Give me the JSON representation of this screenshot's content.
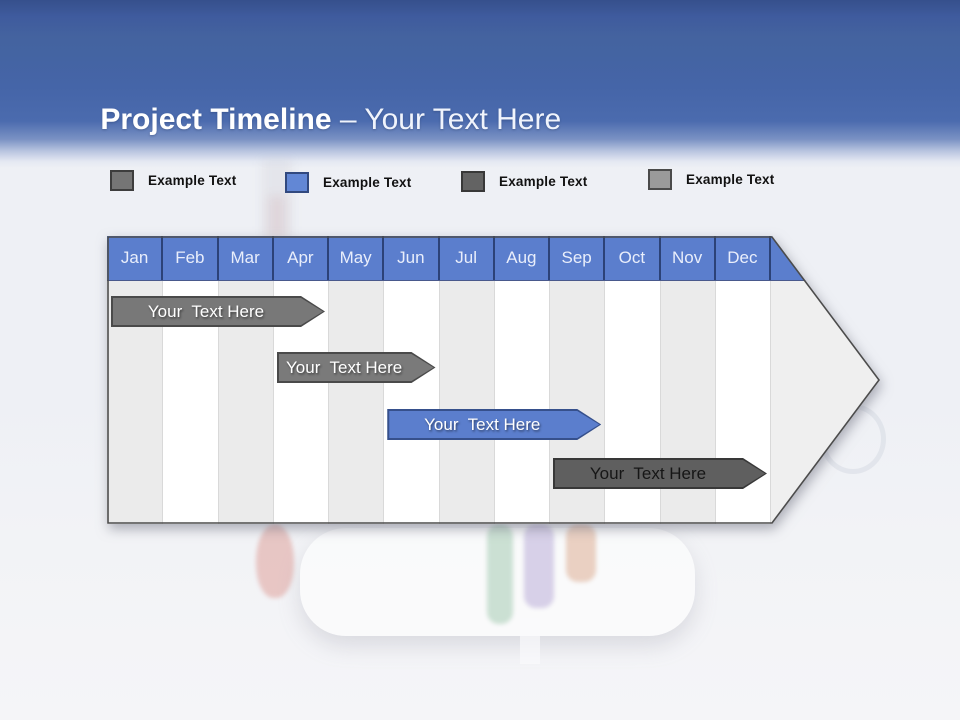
{
  "title": {
    "bold": "Project Timeline ",
    "rest": "– Your Text Here"
  },
  "legend": [
    {
      "label": "Example Text",
      "fill": "#757575",
      "border": "#3d3d3d"
    },
    {
      "label": "Example Text",
      "fill": "#6287d5",
      "border": "#31497f"
    },
    {
      "label": "Example Text",
      "fill": "#636363",
      "border": "#383838"
    },
    {
      "label": "Example Text",
      "fill": "#9a9a9a",
      "border": "#4a4a4a"
    }
  ],
  "timeline": {
    "months": [
      "Jan",
      "Feb",
      "Mar",
      "Apr",
      "May",
      "Jun",
      "Jul",
      "Aug",
      "Sep",
      "Oct",
      "Nov",
      "Dec"
    ],
    "header_fill": "#5b7ecd",
    "header_separator": "#2c4277",
    "bars": [
      {
        "label": "Your  Text Here",
        "start_month": 1,
        "end_month": 4,
        "row": 0,
        "fill": "#787878",
        "border": "#4a4a4a",
        "text_color": "#ffffff"
      },
      {
        "label": "Your  Text Here",
        "start_month": 4,
        "end_month": 6,
        "row": 1,
        "fill": "#7a7a7a",
        "border": "#4a4a4a",
        "text_color": "#ffffff"
      },
      {
        "label": "Your  Text Here",
        "start_month": 6,
        "end_month": 9,
        "row": 2,
        "fill": "#5b7ecd",
        "border": "#36508c",
        "text_color": "#ffffff"
      },
      {
        "label": "Your  Text Here",
        "start_month": 9,
        "end_month": 12,
        "row": 3,
        "fill": "#5f5f5f",
        "border": "#383838",
        "text_color": "#161616"
      }
    ]
  },
  "chart_data": {
    "type": "bar",
    "subtype": "gantt",
    "title": "Project Timeline – Your Text Here",
    "categories": [
      "Jan",
      "Feb",
      "Mar",
      "Apr",
      "May",
      "Jun",
      "Jul",
      "Aug",
      "Sep",
      "Oct",
      "Nov",
      "Dec"
    ],
    "series": [
      {
        "name": "Your Text Here",
        "start": "Jan",
        "end": "Apr",
        "color": "#787878"
      },
      {
        "name": "Your Text Here",
        "start": "Apr",
        "end": "Jun",
        "color": "#7a7a7a"
      },
      {
        "name": "Your Text Here",
        "start": "Jun",
        "end": "Sep",
        "color": "#5b7ecd"
      },
      {
        "name": "Your Text Here",
        "start": "Sep",
        "end": "Dec",
        "color": "#5f5f5f"
      }
    ],
    "legend_entries": [
      "Example Text",
      "Example Text",
      "Example Text",
      "Example Text"
    ],
    "legend_position": "top",
    "grid": "vertical-month-stripes"
  }
}
